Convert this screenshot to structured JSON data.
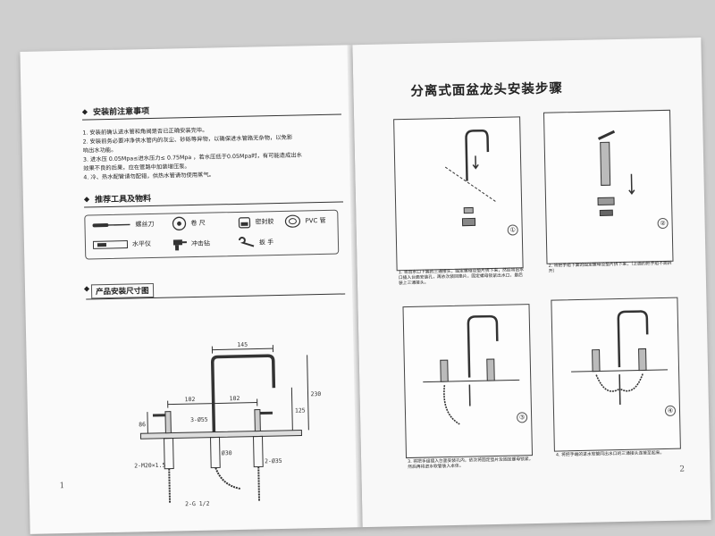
{
  "left_page": {
    "precautions_title": "安装前注意事项",
    "precautions": [
      "1. 安装前确认进水管和角阀是否已正确安装完毕。",
      "2. 安装前务必要冲净供水管内的灰尘、砂砾等异物，以确保进水管路无杂物，以免影",
      "    响出水功能。",
      "3. 进水压 0.05Mpa≤进水压力≤ 0.75Mpa ，若水压低于0.05Mpa时，有可能造成出水",
      "    效果不良的后果，应在管路中加装增压泵。",
      "4. 冷、热水配管请勿配错，供热水管请勿使用蒸气。"
    ],
    "tools_title": "推荐工具及物料",
    "tools": [
      {
        "icon": "screwdriver-icon",
        "label": "螺丝刀"
      },
      {
        "icon": "tape-measure-icon",
        "label": "卷  尺"
      },
      {
        "icon": "sealing-tape-icon",
        "label": "密封胶"
      },
      {
        "icon": "pvc-pipe-icon",
        "label": "PVC 管"
      },
      {
        "icon": "level-icon",
        "label": "水平仪"
      },
      {
        "icon": "drill-icon",
        "label": "冲击钻"
      },
      {
        "icon": "wrench-icon",
        "label": "扳  手"
      }
    ],
    "dimensions_title": "产品安装尺寸图",
    "dimensions": {
      "width_top": "145",
      "spacing_left": "102",
      "spacing_right": "102",
      "height_total": "230",
      "height_spout": "125",
      "height_handle": "86",
      "hole_center": "3-Ø55",
      "hole_mid": "Ø30",
      "hole_side": "2-Ø35",
      "thread_side": "2-M20×1.5",
      "thread_bottom": "2-G 1/2"
    },
    "page_number": "1"
  },
  "right_page": {
    "title": "分离式面盆龙头安装步骤",
    "steps": [
      {
        "num": "①",
        "text": "1. 将出水口下端的三通接头，固定螺母及垫片拆下来，然后将出水口插入台面安装孔，再依次装回垫片，固定螺母锁紧出水口，最后装上三通接头。"
      },
      {
        "num": "②",
        "text": "2. 将把手组下面的固定螺母及垫片拆下来，（上面的把手组不需拆开）"
      },
      {
        "num": "③",
        "text": "3. 将把手组插入台面安装孔内，依次将固定垫片及固定螺母锁紧，然后再将进水软管装入本体。"
      },
      {
        "num": "④",
        "text": "4. 将把手端的进水软管同出水口的三通接头连接至起来。"
      }
    ],
    "page_number": "2"
  }
}
